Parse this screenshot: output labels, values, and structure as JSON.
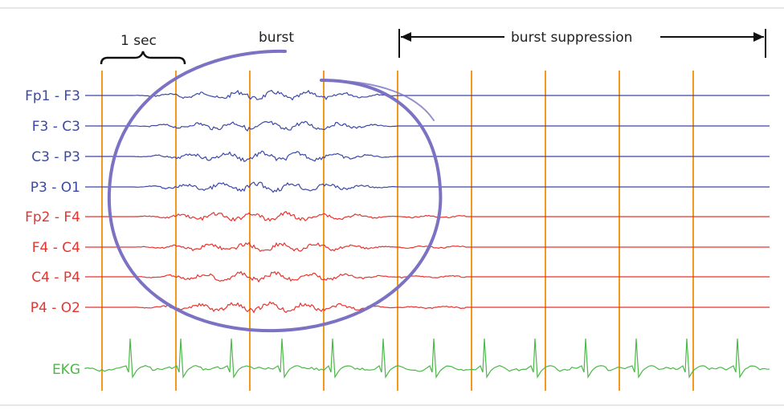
{
  "annotations": {
    "one_second": "1 sec",
    "burst": "burst",
    "burst_suppression": "burst suppression"
  },
  "channels": [
    {
      "label": "Fp1 - F3",
      "group": "left"
    },
    {
      "label": "F3 - C3",
      "group": "left"
    },
    {
      "label": "C3 - P3",
      "group": "left"
    },
    {
      "label": "P3 - O1",
      "group": "left"
    },
    {
      "label": "Fp2 - F4",
      "group": "right"
    },
    {
      "label": "F4 - C4",
      "group": "right"
    },
    {
      "label": "C4 - P4",
      "group": "right"
    },
    {
      "label": "P4 - O2",
      "group": "right"
    },
    {
      "label": "EKG",
      "group": "ekg"
    }
  ],
  "time_markers_count": 9,
  "colors": {
    "left": "#3b48a8",
    "right": "#e8332f",
    "ekg": "#4cb848",
    "time_marker": "#f29a1d",
    "burst_circle": "#7b72c4",
    "border": "#cccccc"
  }
}
